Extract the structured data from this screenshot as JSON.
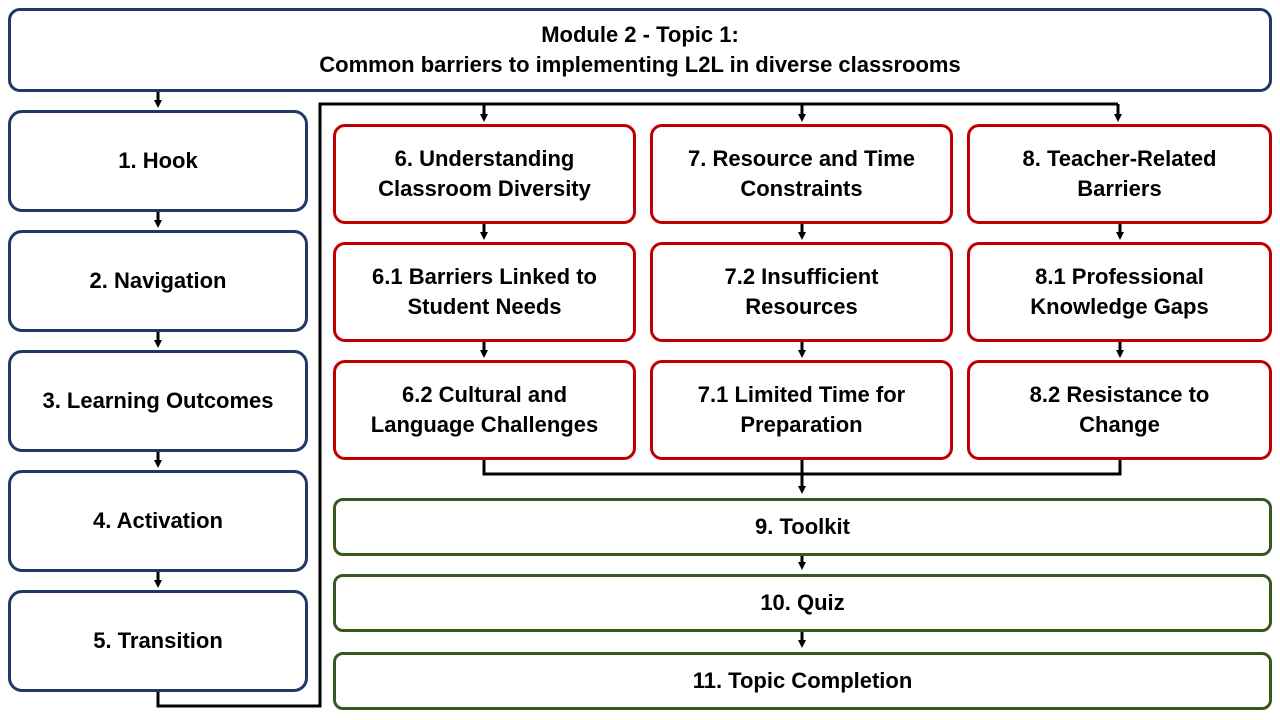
{
  "title": {
    "line1": "Module 2 - Topic 1:",
    "line2": "Common barriers to implementing L2L in diverse classrooms"
  },
  "left_steps": [
    {
      "label": "1. Hook"
    },
    {
      "label": "2. Navigation"
    },
    {
      "label": "3. Learning Outcomes"
    },
    {
      "label": "4. Activation"
    },
    {
      "label": "5. Transition"
    }
  ],
  "barrier_columns": [
    {
      "heading": [
        "6. Understanding",
        "Classroom Diversity"
      ],
      "sub1": [
        "6.1 Barriers Linked to",
        "Student Needs"
      ],
      "sub2": [
        "6.2 Cultural and",
        "Language Challenges"
      ]
    },
    {
      "heading": [
        "7. Resource and Time",
        "Constraints"
      ],
      "sub1": [
        "7.2 Insufficient",
        "Resources"
      ],
      "sub2": [
        "7.1 Limited Time for",
        "Preparation"
      ]
    },
    {
      "heading": [
        "8. Teacher-Related",
        "Barriers"
      ],
      "sub1": [
        "8.1 Professional",
        "Knowledge Gaps"
      ],
      "sub2": [
        "8.2 Resistance to",
        "Change"
      ]
    }
  ],
  "bottom_steps": [
    {
      "label": "9. Toolkit"
    },
    {
      "label": "10. Quiz"
    },
    {
      "label": "11. Topic Completion"
    }
  ],
  "colors": {
    "navy": "#1f3864",
    "red": "#c00000",
    "green": "#385723"
  }
}
